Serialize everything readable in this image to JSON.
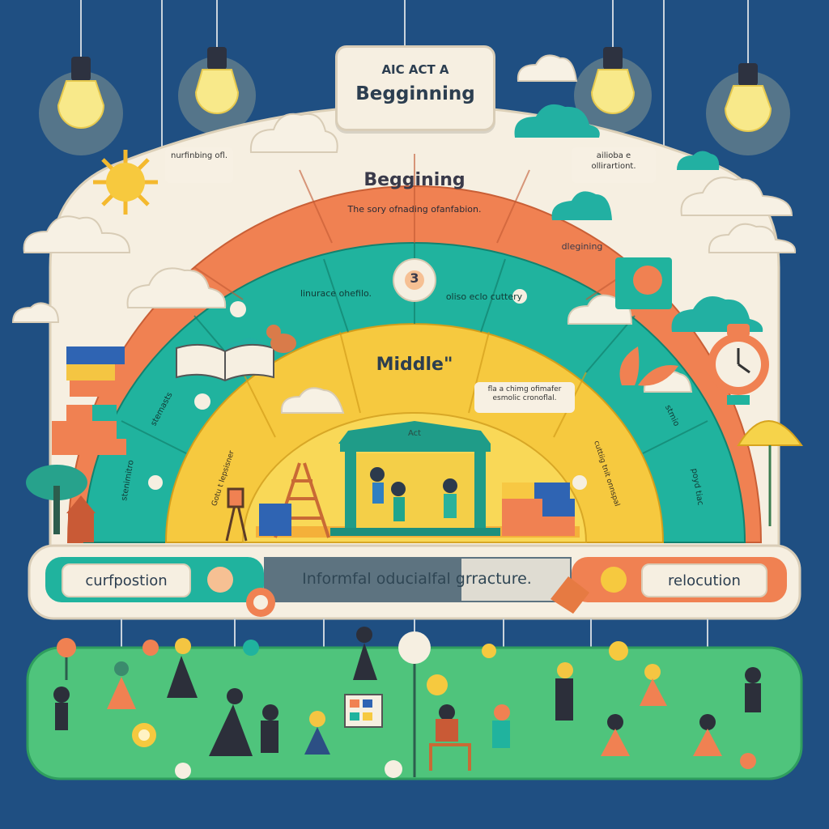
{
  "top_sign": {
    "line1": "AIC ACT A",
    "line2": "Begginning"
  },
  "arc_labels": {
    "beginning_title": "Beggining",
    "beginning_subtitle": "The sory ofnading ofanfabion.",
    "beginning_right": "dlegining",
    "middle_title": "Middle\"",
    "teal_left": "linurace ohefilo.",
    "teal_right": "oliso eclo cuttery",
    "teal_left_side": "stemasts",
    "teal_right_side": "stmio",
    "teal_far_right": "poyd tiac",
    "yellow_left": "Gotu t lepsisner",
    "yellow_right": "cuttiig tnit onnspal",
    "teal_outer_left": "stenimitro",
    "circle_number": "3"
  },
  "notes": {
    "left_note": "nurfinbing ofl.",
    "right_note": "ailioba e ollirartiont.",
    "middle_note": "fla a chimg ofimafer esmolic cronoflal."
  },
  "stage_sign": "Act",
  "bar": {
    "left_label": "curfpostion",
    "center_label": "Informfal oducialfal grracture.",
    "right_label": "relocution"
  },
  "colors": {
    "background": "#1f4f82",
    "orange": "#f08152",
    "teal": "#20b39e",
    "yellow": "#f6c93f",
    "cream": "#f6efe1",
    "grass": "#4fc47c",
    "slate": "#5d7380"
  }
}
